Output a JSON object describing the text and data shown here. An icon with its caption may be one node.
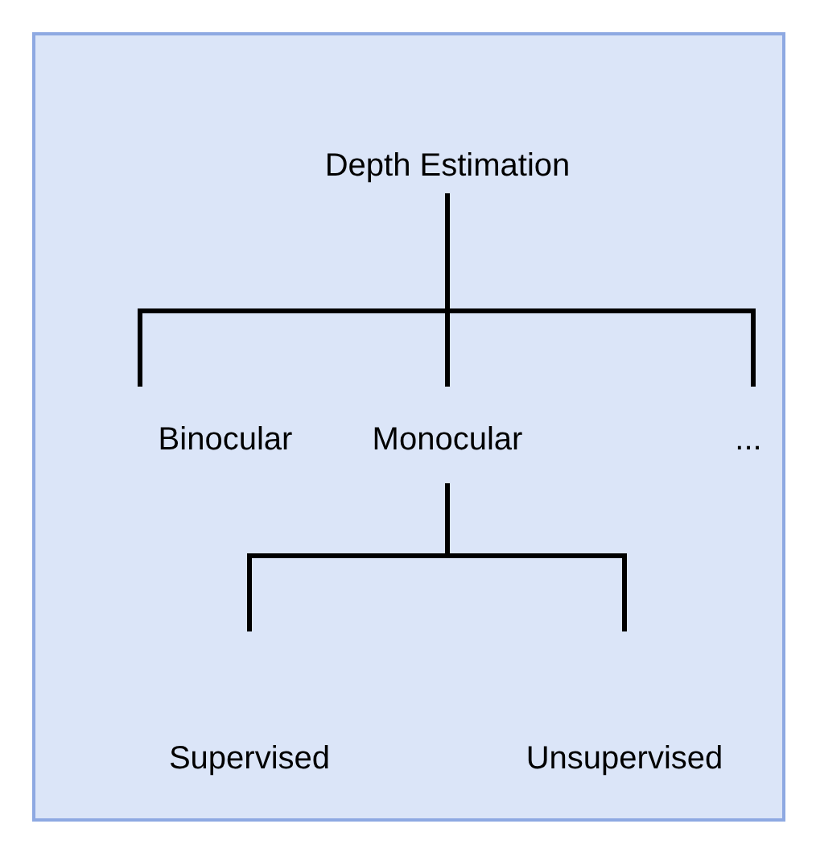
{
  "diagram": {
    "nodes": [
      {
        "text": [
          "Depth Estimation"
        ]
      },
      {
        "text": [
          "Binocular"
        ]
      },
      {
        "text": [
          "Monocular"
        ]
      },
      {
        "text": [
          "..."
        ]
      },
      {
        "text": [
          "Supervised"
        ]
      },
      {
        "text": [
          "Unsupervised"
        ]
      }
    ],
    "edges": [
      {
        "from": 0,
        "to": 1,
        "arrow": "none"
      },
      {
        "from": 0,
        "to": 2,
        "arrow": "none"
      },
      {
        "from": 0,
        "to": 3,
        "arrow": "none"
      },
      {
        "from": 2,
        "to": 4,
        "arrow": "none"
      },
      {
        "from": 2,
        "to": 5,
        "arrow": "none"
      }
    ]
  }
}
